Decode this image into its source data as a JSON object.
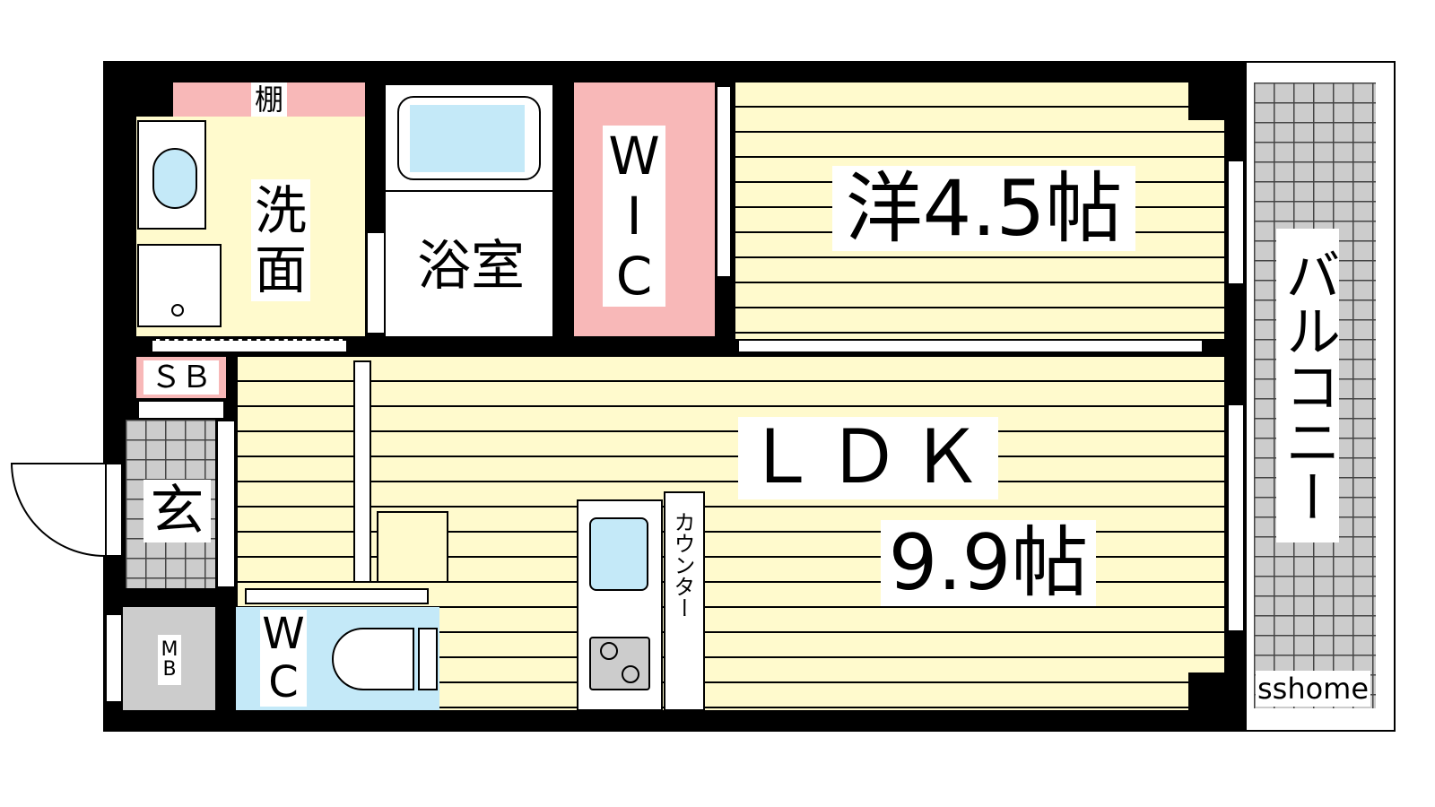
{
  "rooms": {
    "shelf": "棚",
    "washroom": [
      "洗",
      "面"
    ],
    "bathroom": "浴室",
    "wic": [
      "W",
      "I",
      "C"
    ],
    "western_room": "洋4.5帖",
    "ldk": "ＬＤＫ",
    "ldk_size": "9.9帖",
    "shoe_box": "ＳＢ",
    "entrance": "玄",
    "meter_box": [
      "M",
      "B"
    ],
    "toilet": [
      "W",
      "C"
    ],
    "counter": "カウンター",
    "balcony": "バルコニー"
  },
  "watermark": "sshome",
  "colors": {
    "floor": "#fffacd",
    "storage": "#f8b8b8",
    "water": "#c4e9f8",
    "tile": "#cccccc"
  }
}
